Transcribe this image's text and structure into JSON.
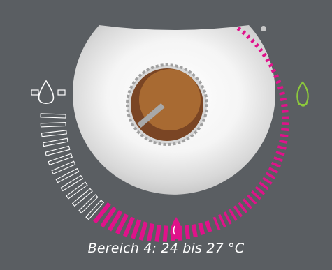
{
  "thermostat": {
    "range_caption": "Bereich 4: 24 bis 27 °C",
    "selected_range": 4,
    "knob_level": 0.33,
    "colors": {
      "background": "#5a5e62",
      "active_segment": "#e0128a",
      "inactive_segment": "#ffffff",
      "knob_outer": "#7a4524",
      "knob_inner": "#a86a32",
      "indicator": "#a8a8a8",
      "eco_icon": "#8cc83c"
    },
    "icons": {
      "minimum": "droplet-outline-icon",
      "maximum": "leaf-outline-icon",
      "current": "droplet-filled-icon",
      "status": "status-dot-icon"
    }
  }
}
